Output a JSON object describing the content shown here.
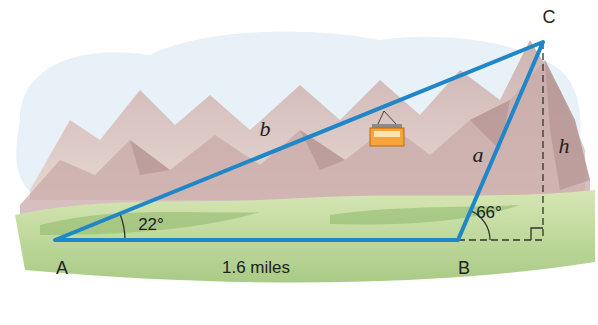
{
  "diagram": {
    "labels": [
      "C",
      "b",
      "a",
      "h",
      "22°",
      "66°",
      "A",
      "1.6 miles",
      "B"
    ]
  }
}
